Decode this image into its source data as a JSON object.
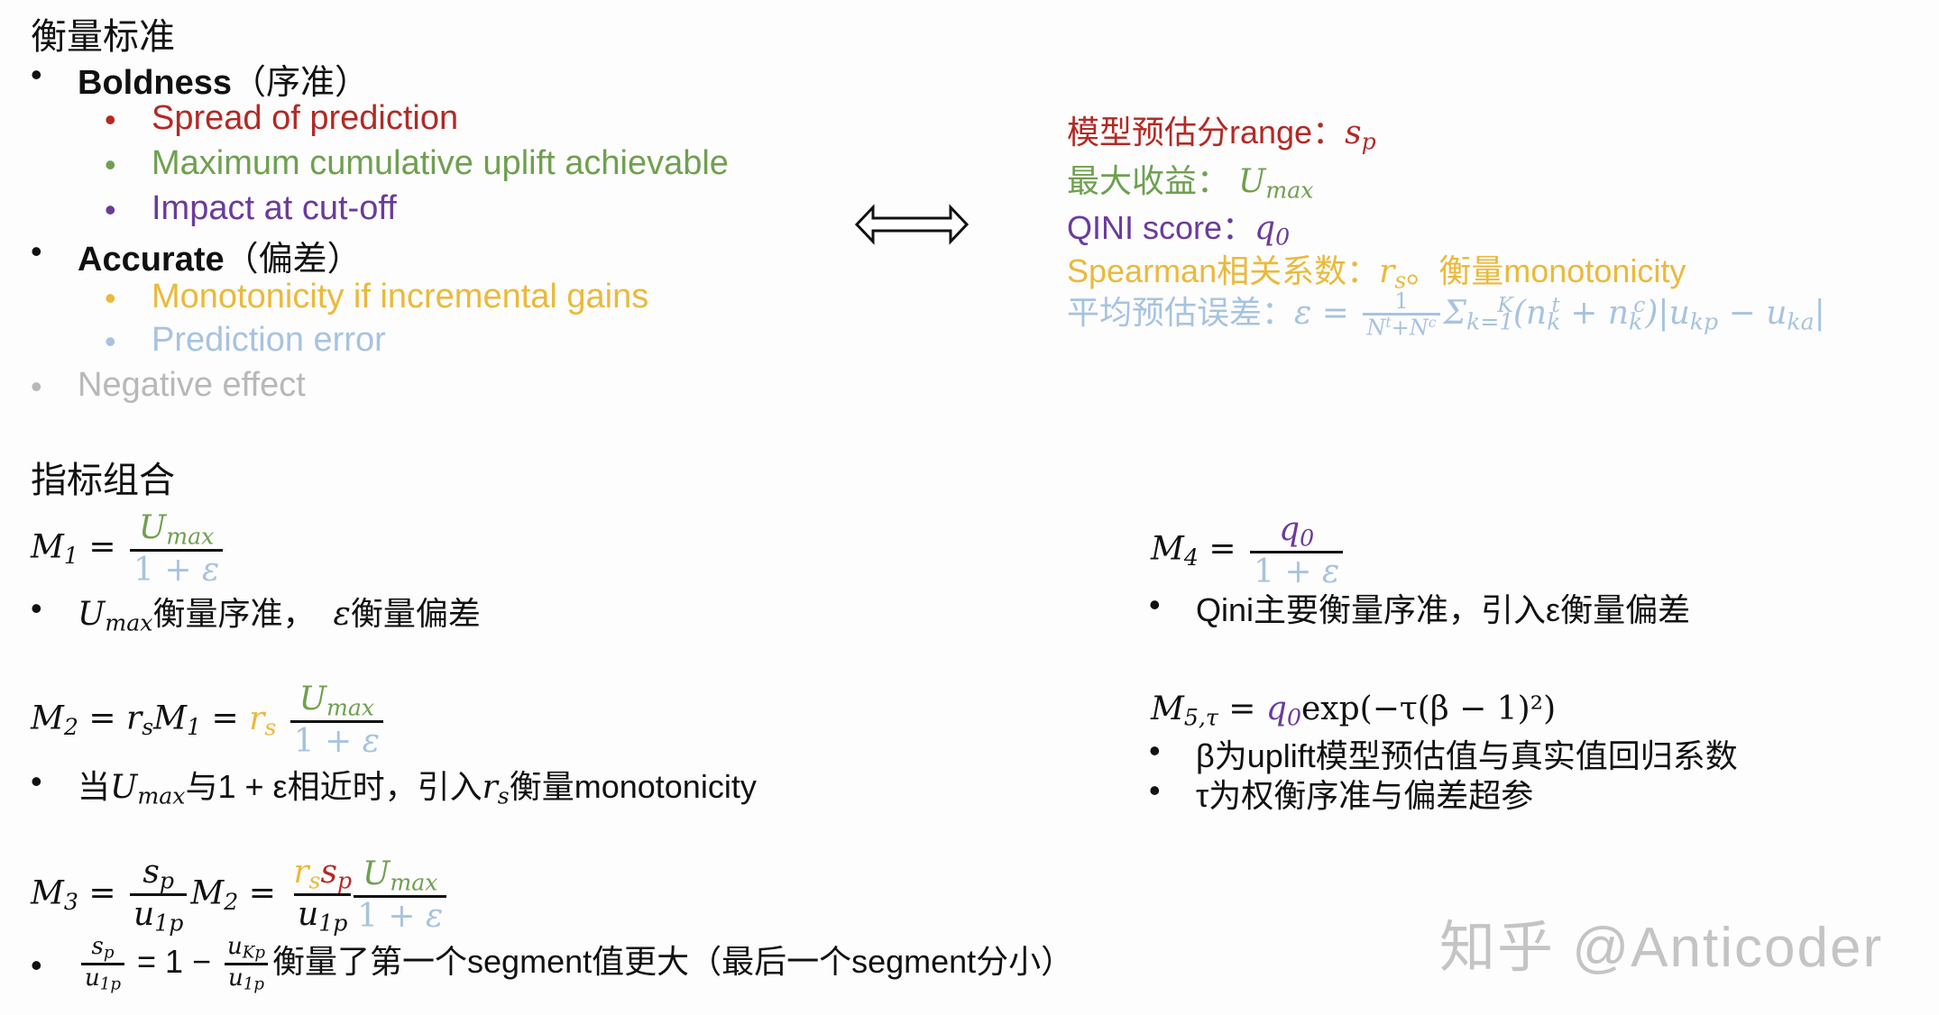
{
  "criteria": {
    "title": "衡量标准",
    "boldness": {
      "label": "Boldness",
      "note": "（序准）"
    },
    "boldness_items": [
      {
        "label": "Spread of prediction",
        "color": "#b22a25"
      },
      {
        "label": "Maximum cumulative uplift achievable",
        "color": "#6fa04f"
      },
      {
        "label": "Impact at cut-off",
        "color": "#6a3b9c"
      }
    ],
    "accurate": {
      "label": "Accurate",
      "note": "（偏差）"
    },
    "accurate_items": [
      {
        "label": "Monotonicity if incremental gains",
        "color": "#ebb93b"
      },
      {
        "label": "Prediction error",
        "color": "#a7c3e0"
      }
    ],
    "negative": {
      "label": "Negative effect",
      "color": "#b8b8b8"
    }
  },
  "arrow": {
    "icon": "double-arrow-icon"
  },
  "definitions": {
    "range": {
      "text": "模型预估分range：",
      "symbol": "s",
      "sub": "p"
    },
    "umax": {
      "text": "最大收益： ",
      "symbol": "U",
      "sub": "max"
    },
    "qini": {
      "text": "QINI score：",
      "symbol": "q",
      "sub": "0"
    },
    "spearman": {
      "text": "Spearman相关系数：",
      "symbol": "r",
      "sub": "s",
      "tail": "。衡量monotonicity"
    },
    "error": {
      "text": "平均预估误差：",
      "formula_lhs": "ε = ",
      "num": "1",
      "den": "N^t+N^c",
      "sum": "Σ",
      "sum_sub": "k=1",
      "sum_sup": "K",
      "rest": "(n_k^t + n_k^c)|u_kp − u_ka|"
    }
  },
  "combos": {
    "title": "指标组合",
    "m1": {
      "lhs": "M",
      "lhs_sub": "1",
      "num": "U_max",
      "den": "1 + ε",
      "note_tail1": "衡量序准，",
      "note_eps": "ε",
      "note_tail2": "衡量偏差"
    },
    "m2": {
      "lhs": "M",
      "lhs_sub": "2",
      "note_pre": "当",
      "note_mid": "与1 + ε相近时，引入",
      "note_tail": "衡量monotonicity"
    },
    "m3": {
      "lhs": "M",
      "lhs_sub": "3",
      "note_tail": "衡量了第一个segment值更大（最后一个segment分小）"
    },
    "m4": {
      "lhs": "M",
      "lhs_sub": "4",
      "note": "Qini主要衡量序准，引入ε衡量偏差"
    },
    "m5": {
      "lhs": "M",
      "lhs_sub": "5,τ",
      "rhs_tail": "exp(−τ(β − 1)²)",
      "note1": "β为uplift模型预估值与真实值回归系数",
      "note2": "τ为权衡序准与偏差超参"
    }
  },
  "watermark": "知乎 @Anticoder"
}
